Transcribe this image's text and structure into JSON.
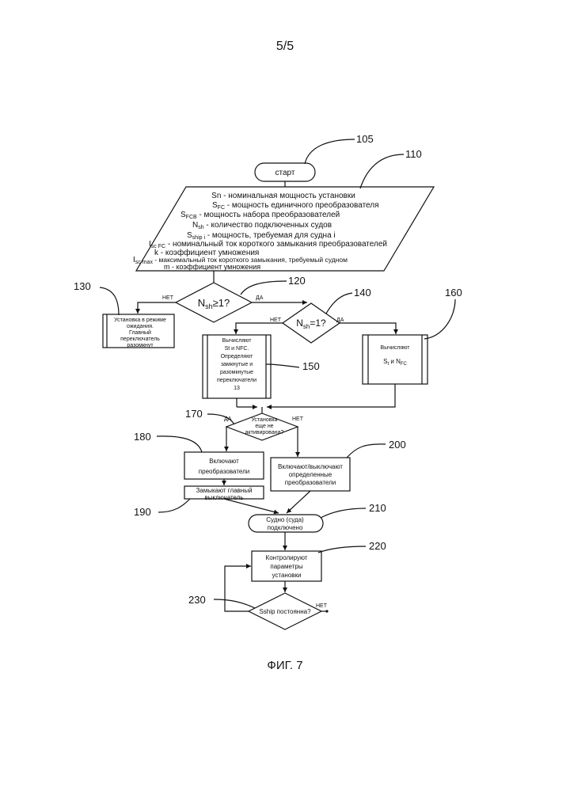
{
  "page_number": "5/5",
  "figure_caption": "ФИГ. 7",
  "refs": {
    "r105": "105",
    "r110": "110",
    "r120": "120",
    "r130": "130",
    "r140": "140",
    "r150": "150",
    "r160": "160",
    "r170": "170",
    "r180": "180",
    "r190": "190",
    "r200": "200",
    "r210": "210",
    "r220": "220",
    "r230": "230"
  },
  "start": {
    "label": "старт"
  },
  "input_block": {
    "line1": "Sn - номинальная мощность установки",
    "line2_sym": "S",
    "line2_sub": "FC",
    "line2_text": " - мощность единичного преобразователя",
    "line3_sym": "S",
    "line3_sub": "FCB",
    "line3_text": " - мощность набора преобразователей",
    "line4_sym": "N",
    "line4_sub": "sh",
    "line4_text": " - количество подключенных судов",
    "line5_sym": "S",
    "line5_sub": "ship i",
    "line5_text": " - мощность, требуемая для судна i",
    "line6_sym": "I",
    "line6_sub": "sc FC",
    "line6_text": " - номинальный ток короткого замыкания преобразователей",
    "line7": "k - коэффициент умножения",
    "line8_sym": "I",
    "line8_sub": "sc max",
    "line8_text": " - максимальный ток короткого замыкания, требуемый судном",
    "line9": "m - коэффициент умножения"
  },
  "decision1": {
    "sym": "N",
    "sub": "sh",
    "rest": "≥1?",
    "no": "НЕТ",
    "yes": "ДА"
  },
  "decision2": {
    "sym": "N",
    "sub": "sh",
    "rest": "=1?",
    "no": "НЕТ",
    "yes": "ДА"
  },
  "box130": {
    "l1": "Установка в режиме",
    "l2": "ожидания.",
    "l3": "Главный",
    "l4": "переключатель",
    "l5": "разомкнут"
  },
  "box150": {
    "l1": "Вычисляют",
    "l2": "St и NFC.",
    "l3": "Определяют",
    "l4": "замкнутые и",
    "l5": "разомкнутые",
    "l6": "переключатели",
    "l7": "13"
  },
  "box160": {
    "l1": "Вычисляют",
    "l2_sym": "S",
    "l2_sub": "t",
    "l2_mid": " и N",
    "l2_sub2": "FC"
  },
  "decision3": {
    "l1": "Установка",
    "l2": "еще не",
    "l3": "активирована?",
    "yes": "ДА",
    "no": "НЕТ"
  },
  "box180": {
    "l1": "Включают",
    "l2": "преобразователи"
  },
  "box190": {
    "l1": "Замыкают главный",
    "l2": "выключатель"
  },
  "box200": {
    "l1": "Включают/выключают",
    "l2": "определенные",
    "l3": "преобразователи"
  },
  "term210": {
    "l1": "Судно (суда)",
    "l2": "подключено"
  },
  "box220": {
    "l1": "Контролируют",
    "l2": "параметры",
    "l3": "установки"
  },
  "decision4": {
    "label": "Sship постоянна?",
    "no": "НЕТ"
  }
}
